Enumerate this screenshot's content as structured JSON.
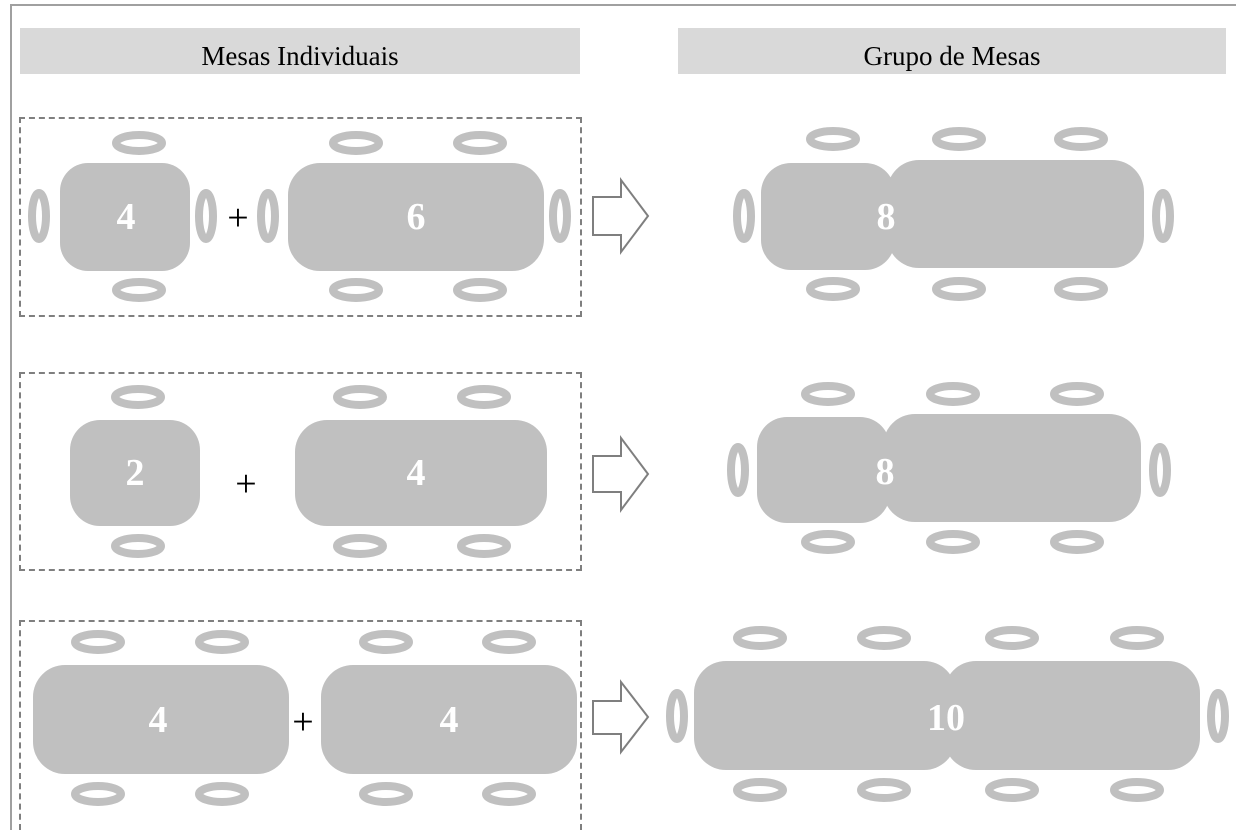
{
  "headers": {
    "individual": "Mesas Individuais",
    "group": "Grupo de Mesas"
  },
  "rows": [
    {
      "left_table": "4",
      "operator": "+",
      "right_table": "6",
      "result": "8"
    },
    {
      "left_table": "2",
      "operator": "+",
      "right_table": "4",
      "result": "8"
    },
    {
      "left_table": "4",
      "operator": "+",
      "right_table": "4",
      "result": "10"
    }
  ],
  "colors": {
    "table": "#c0c0c0",
    "header_bg": "#d9d9d9",
    "dash": "#7f7f7f"
  }
}
